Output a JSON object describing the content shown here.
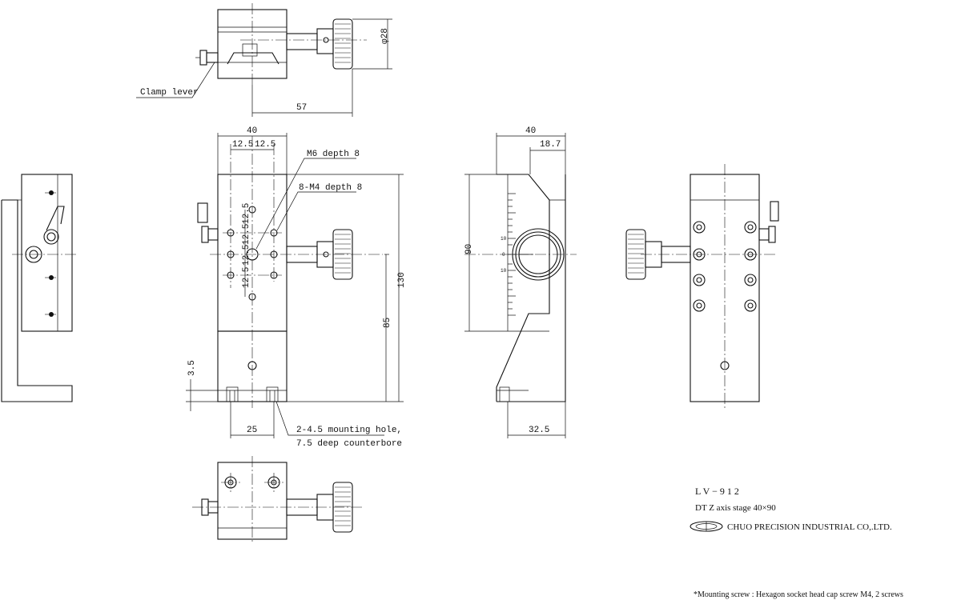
{
  "labels": {
    "clamp_lever": "Clamp lever",
    "m6_depth": "M6 depth 8",
    "m4_depth": "8-M4 depth 8",
    "mount_hole_1": "2-4.5 mounting hole,",
    "mount_hole_2": "7.5 deep counterbore",
    "footnote": "*Mounting screw : Hexagon socket head cap screw M4, 2 screws"
  },
  "dimensions": {
    "phi28": "φ28",
    "d57": "57",
    "d40_front": "40",
    "d12_5a": "12.5",
    "d12_5b": "12.5",
    "pitch_12_5": "12.5",
    "d130": "130",
    "d85": "85",
    "d3_5": "3.5",
    "d25": "25",
    "d40_side": "40",
    "d18_7": "18.7",
    "d90": "90",
    "d32_5": "32.5"
  },
  "scale": {
    "tick_top": "10",
    "tick_mid": "0",
    "tick_bot": "10"
  },
  "title_block": {
    "model": "L V − 9 1 2",
    "description": "DT Z axis stage 40×90",
    "company": "CHUO PRECISION INDUSTRIAL CO,.LTD."
  }
}
